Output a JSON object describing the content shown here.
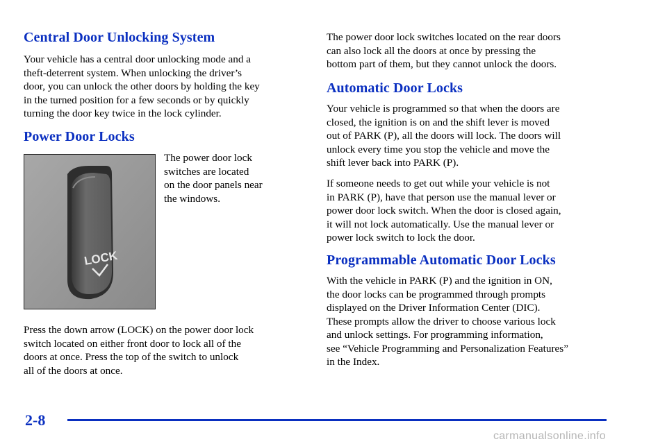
{
  "left": {
    "heading1": "Central Door Unlocking System",
    "para1": [
      "Your vehicle has a central door unlocking mode and a",
      "theft-deterrent system. When unlocking the driver’s",
      "door, you can unlock the other doors by holding the key",
      "in the turned position for a few seconds or by quickly",
      "turning the door key twice in the lock cylinder."
    ],
    "heading2": "Power Door Locks",
    "side_text": [
      "The power door lock",
      "switches are located",
      "on the door panels near",
      "the windows."
    ],
    "photo_label": "LOCK",
    "para2": [
      "Press the down arrow (LOCK) on the power door lock",
      "switch located on either front door to lock all of the",
      "doors at once. Press the top of the switch to unlock",
      "all of the doors at once."
    ]
  },
  "right": {
    "para1": [
      "The power door lock switches located on the rear doors",
      "can also lock all the doors at once by pressing the",
      "bottom part of them, but they cannot unlock the doors."
    ],
    "heading1": "Automatic Door Locks",
    "para2": [
      "Your vehicle is programmed so that when the doors are",
      "closed, the ignition is on and the shift lever is moved",
      "out of PARK (P), all the doors will lock. The doors will",
      "unlock every time you stop the vehicle and move the",
      "shift lever back into PARK (P)."
    ],
    "para3": [
      "If someone needs to get out while your vehicle is not",
      "in PARK (P), have that person use the manual lever or",
      "power door lock switch. When the door is closed again,",
      "it will not lock automatically. Use the manual lever or",
      "power lock switch to lock the door."
    ],
    "heading2": "Programmable Automatic Door Locks",
    "para4": [
      "With the vehicle in PARK (P) and the ignition in ON,",
      "the door locks can be programmed through prompts",
      "displayed on the Driver Information Center (DIC).",
      "These prompts allow the driver to choose various lock",
      "and unlock settings. For programming information,",
      "see “Vehicle Programming and Personalization Features”",
      "in the Index."
    ]
  },
  "footer": {
    "page_number": "2-8",
    "watermark": "carmanualsonline.info"
  },
  "colors": {
    "heading": "#0a2fc0",
    "text": "#000000"
  }
}
